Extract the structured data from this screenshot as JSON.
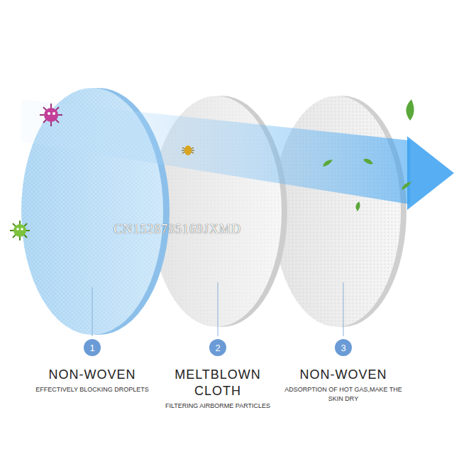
{
  "diagram": {
    "nodes": [
      {
        "text": [
          "1"
        ]
      },
      {
        "text": [
          "2"
        ]
      },
      {
        "text": [
          "3"
        ]
      }
    ],
    "labels": [
      "CN1528785169JXMD",
      "NON-WOVEN",
      "EFFECTIVELY BLOCKING DROPLETS",
      "MELTBLOWN CLOTH",
      "FILTERING AIRBORME PARTICLES",
      "NON-WOVEN",
      "ADSORPTION OF HOT GAS,MAKE THE SKIN DRY"
    ]
  }
}
